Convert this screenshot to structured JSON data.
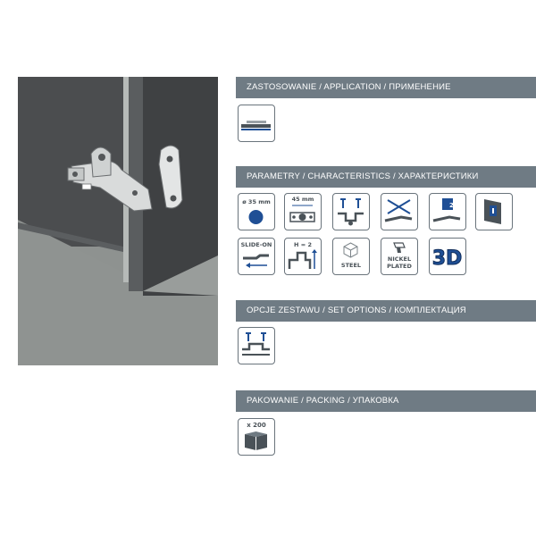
{
  "sections": {
    "application": {
      "title": "ZASTOSOWANIE / APPLICATION / ПРИМЕНЕНИЕ"
    },
    "characteristics": {
      "title": "PARAMETRY / CHARACTERISTICS / ХАРАКТЕРИСТИКИ",
      "icons": {
        "diameter": "ø 35 mm",
        "spacing": "45 mm",
        "slide_on": "SLIDE-ON",
        "height": "H = 2",
        "steel": "STEEL",
        "nickel_line1": "NICKEL",
        "nickel_line2": "PLATED",
        "three_d": "3D",
        "badge_2": "2"
      }
    },
    "set_options": {
      "title": "OPCJE ZESTAWU / SET OPTIONS / КОМПЛЕКТАЦИЯ"
    },
    "packing": {
      "title": "PAKOWANIE / PACKING / УПАКОВКА",
      "quantity": "x 200"
    }
  },
  "colors": {
    "section_bar": "#6f7b84",
    "icon_blue": "#1f4f95",
    "icon_gray": "#4a5258",
    "cabinet_dark": "#4b4d4f",
    "cabinet_light": "#8e9290"
  },
  "icon_names": [
    "application-overlay-icon",
    "cup-diameter-icon",
    "screw-spacing-icon",
    "fixing-screws-icon",
    "no-tools-icon",
    "two-step-icon",
    "mounting-plate-icon",
    "slide-on-icon",
    "height-icon",
    "steel-icon",
    "nickel-plated-icon",
    "3d-adjustment-icon",
    "set-screws-icon",
    "packing-box-icon"
  ]
}
